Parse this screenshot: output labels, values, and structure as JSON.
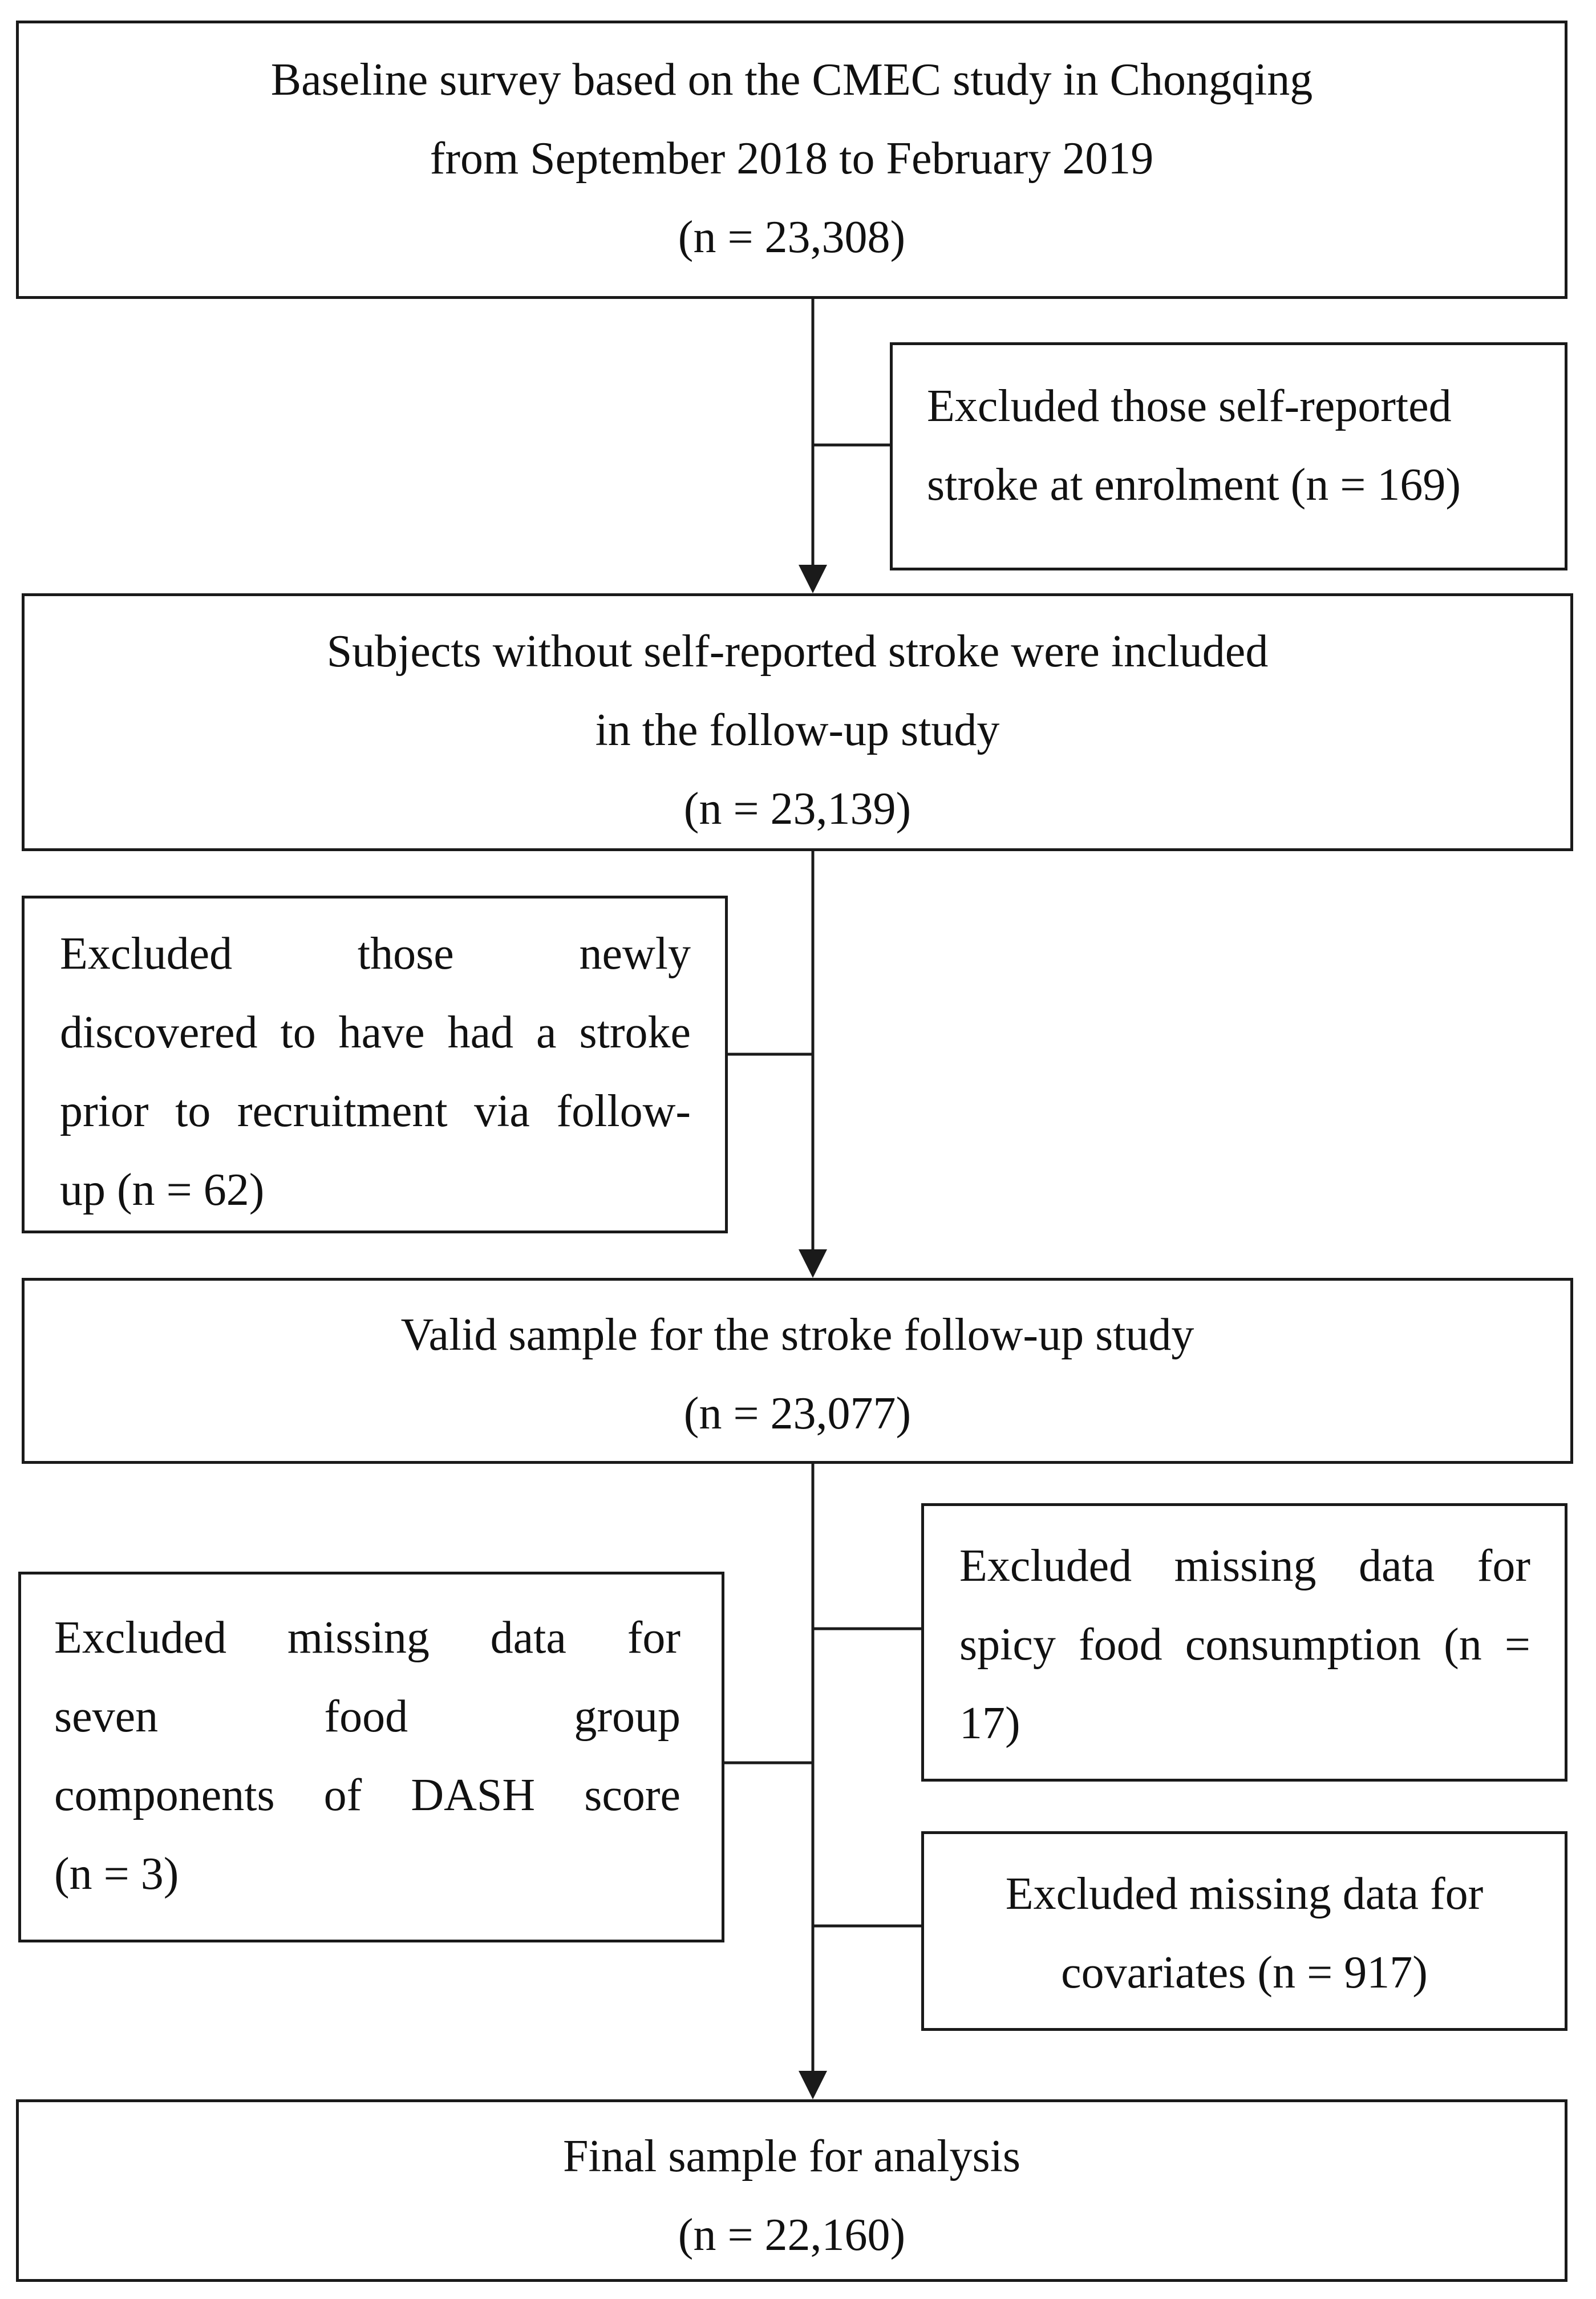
{
  "flowchart": {
    "baseline": {
      "lines": [
        "Baseline survey based on the CMEC study in Chongqing",
        "from September 2018 to February 2019",
        "(n = 23,308)"
      ]
    },
    "exclusion_stroke_enrolment": {
      "lines": [
        "Excluded those self-reported",
        "stroke at enrolment (n = 169)"
      ]
    },
    "followup_subjects": {
      "lines": [
        "Subjects without self-reported stroke were included",
        "in the follow-up study",
        "(n = 23,139)"
      ]
    },
    "exclusion_prior_stroke": {
      "lines": [
        "Excluded those newly",
        "discovered to have had a stroke",
        "prior to recruitment via follow-",
        "up (n = 62)"
      ]
    },
    "valid_sample": {
      "lines": [
        "Valid sample for the stroke follow-up study",
        "(n = 23,077)"
      ]
    },
    "exclusion_spicy_food": {
      "lines": [
        "Excluded missing data for",
        "spicy food consumption (n =",
        "17)"
      ]
    },
    "exclusion_dash": {
      "lines": [
        "Excluded missing data for",
        "seven food group",
        "components of DASH score",
        "(n = 3)"
      ]
    },
    "exclusion_covariates": {
      "lines": [
        "Excluded missing data for",
        "covariates (n = 917)"
      ]
    },
    "final_sample": {
      "lines": [
        "Final sample for analysis",
        "(n = 22,160)"
      ]
    }
  }
}
